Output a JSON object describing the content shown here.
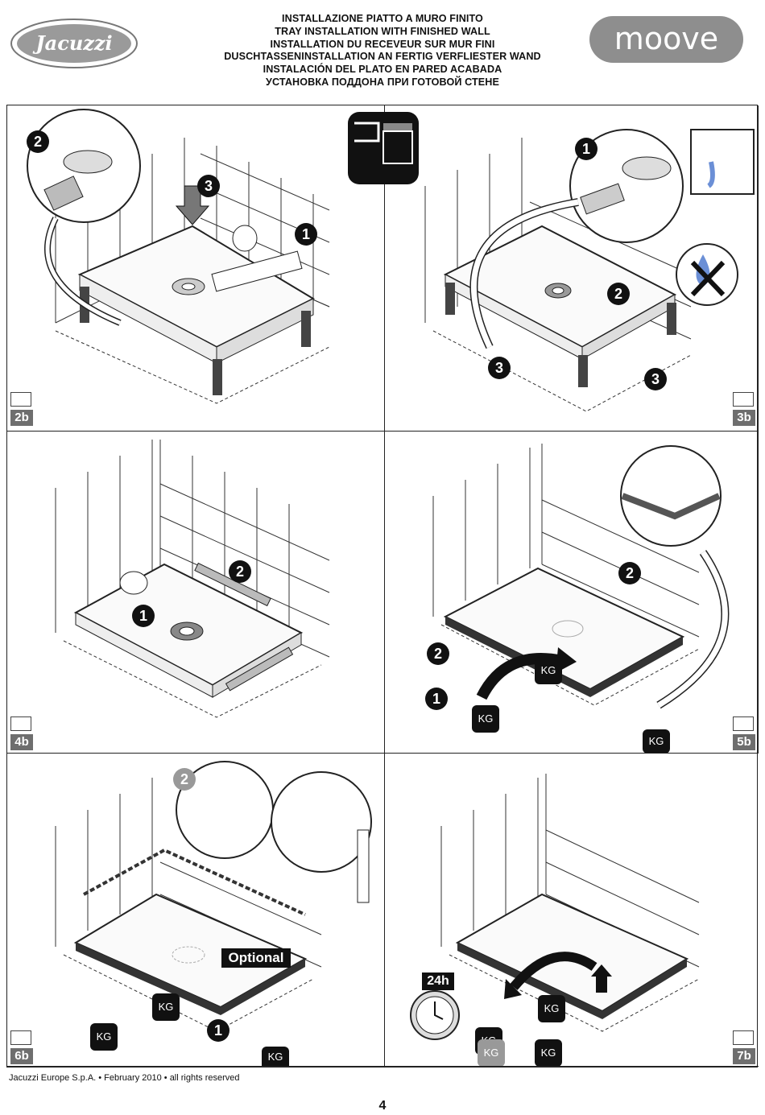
{
  "header": {
    "brand": "Jacuzzi",
    "product": "moove",
    "titles": [
      "INSTALLAZIONE PIATTO A MURO FINITO",
      "TRAY INSTALLATION WITH FINISHED WALL",
      "INSTALLATION DU RECEVEUR SUR MUR FINI",
      "DUSCHTASSENINSTALLATION AN FERTIG VERFLIESTER WAND",
      "INSTALACIÓN DEL PLATO EN PARED ACABADA",
      "УСТАНОВКА ПОДДОНА ПРИ ГОТОВОЙ СТЕНЕ"
    ]
  },
  "panels": [
    {
      "step": "2b",
      "callouts": [
        "2",
        "3",
        "1"
      ]
    },
    {
      "step": "3b",
      "callouts": [
        "1",
        "2",
        "3",
        "3"
      ]
    },
    {
      "step": "4b",
      "callouts": [
        "2",
        "1"
      ]
    },
    {
      "step": "5b",
      "callouts": [
        "2",
        "2",
        "1"
      ],
      "weight_label": "KG"
    },
    {
      "step": "6b",
      "callouts": [
        "2",
        "1"
      ],
      "optional_label": "Optional",
      "weight_label": "KG"
    },
    {
      "step": "7b",
      "time_label": "24h",
      "weight_label": "KG"
    }
  ],
  "footer": {
    "copyright": "Jacuzzi Europe S.p.A. • February 2010 • all rights reserved",
    "page_number": "4"
  }
}
